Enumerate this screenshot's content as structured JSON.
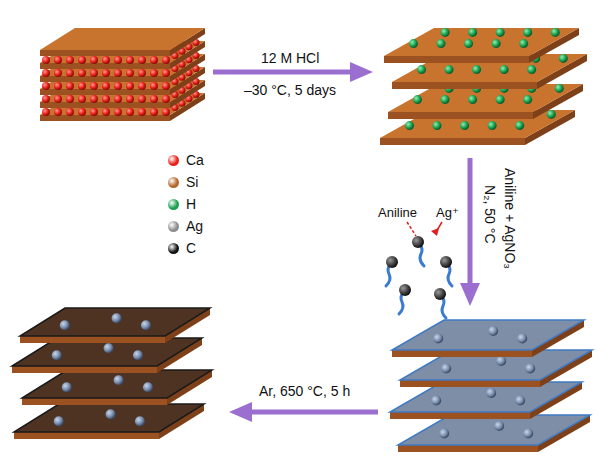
{
  "diagram": {
    "labels": [
      "12 M HCl",
      "–30 °C, 5 days",
      "Aniline + AgNO₃",
      "N₂, 50 °C",
      "Aniline",
      "Ag⁺",
      "Ar, 650 °C, 5 h"
    ],
    "legend": [
      {
        "text": "Ca",
        "color": "#e8201a"
      },
      {
        "text": "Si",
        "color": "#b5652a"
      },
      {
        "text": "H",
        "color": "#1aa050"
      },
      {
        "text": "Ag",
        "color": "#8c8c8c"
      },
      {
        "text": "C",
        "color": "#111111"
      }
    ]
  }
}
